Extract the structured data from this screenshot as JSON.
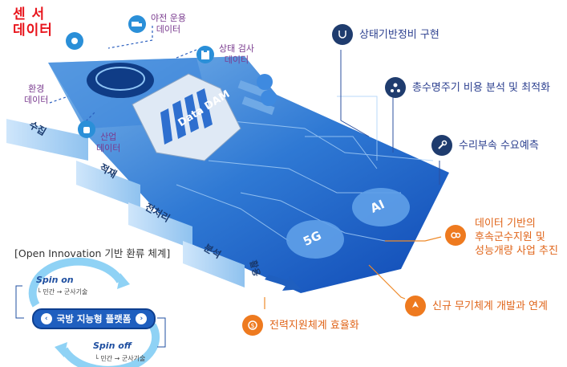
{
  "title": {
    "line1": "센  서",
    "line2": "데이터"
  },
  "sensors": {
    "night_ops": [
      "야전 운용",
      "데이터"
    ],
    "status_check": [
      "상태 검사",
      "데이터"
    ],
    "environment": [
      "환경",
      "데이터"
    ],
    "industry": [
      "산업",
      "데이터"
    ]
  },
  "dam_label": "Data DAM",
  "process_steps": [
    "수집",
    "적재",
    "전처리",
    "분석",
    "활용"
  ],
  "platform_badges": [
    "AI",
    "5G"
  ],
  "outcomes_blue": [
    "상태기반정비 구현",
    "총수명주기 비용 분석 및 최적화",
    "수리부속 수요예측"
  ],
  "outcomes_orange": [
    [
      "데이터 기반의",
      "후속군수지원 및",
      "성능개량 사업 추진"
    ],
    [
      "신규 무기체계 개발과 연계"
    ],
    [
      "전력지원체계 효율화"
    ]
  ],
  "open_innovation": {
    "title": "[Open Innovation 기반 환류 체계]",
    "spin_on": "Spin on",
    "spin_on_sub": "└ 민간 → 군사기술",
    "platform": "국방 지능형 플랫폼",
    "spin_off": "Spin off",
    "spin_off_sub": "└ 민간 → 군사기술"
  },
  "colors": {
    "title_red": "#e8141c",
    "platform_blue": "#1f5fbf",
    "navy_icon": "#1f3c6e",
    "orange_icon": "#ee7a1f"
  }
}
